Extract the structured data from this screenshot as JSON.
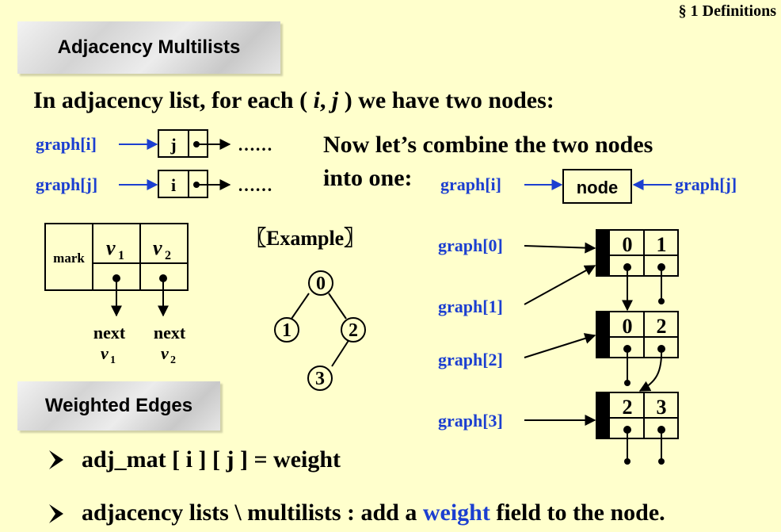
{
  "section_label": "§ 1  Definitions",
  "banner_multilists": "Adjacency Multilists",
  "banner_weighted": "Weighted Edges",
  "intro": {
    "pre": "In adjacency list, for each ( ",
    "i": "i",
    "comma": ", ",
    "j": "j",
    "post": " ) we have two nodes:"
  },
  "combine": {
    "line1": "Now let’s combine the two nodes",
    "line2": "into one:"
  },
  "adj_list": {
    "row1": {
      "ptr": "graph[i]",
      "val": "j",
      "dots": "……"
    },
    "row2": {
      "ptr": "graph[j]",
      "val": "i",
      "dots": "……"
    }
  },
  "combined": {
    "left": "graph[i]",
    "node": "node",
    "right": "graph[j]"
  },
  "node_struct": {
    "mark": "mark",
    "v1": "v",
    "v1_sub": "1",
    "v2": "v",
    "v2_sub": "2",
    "next": "next",
    "nv1": "v",
    "nv1_sub": "1",
    "nv2": "v",
    "nv2_sub": "2"
  },
  "example": {
    "label": "〖Example〗",
    "vertices": [
      "0",
      "1",
      "2",
      "3"
    ]
  },
  "multilist": {
    "pointers": [
      "graph[0]",
      "graph[1]",
      "graph[2]",
      "graph[3]"
    ],
    "nodes": [
      {
        "v1": "0",
        "v2": "1"
      },
      {
        "v1": "0",
        "v2": "2"
      },
      {
        "v1": "2",
        "v2": "3"
      }
    ]
  },
  "bullets": {
    "b1": "adj_mat [ i ] [ j ] = weight",
    "b2_pre": "adjacency lists \\ multilists :  add a ",
    "b2_weight": "weight",
    "b2_post": " field to the node."
  },
  "colors": {
    "background": "#ffffcc",
    "blue": "#1c3fd0"
  }
}
